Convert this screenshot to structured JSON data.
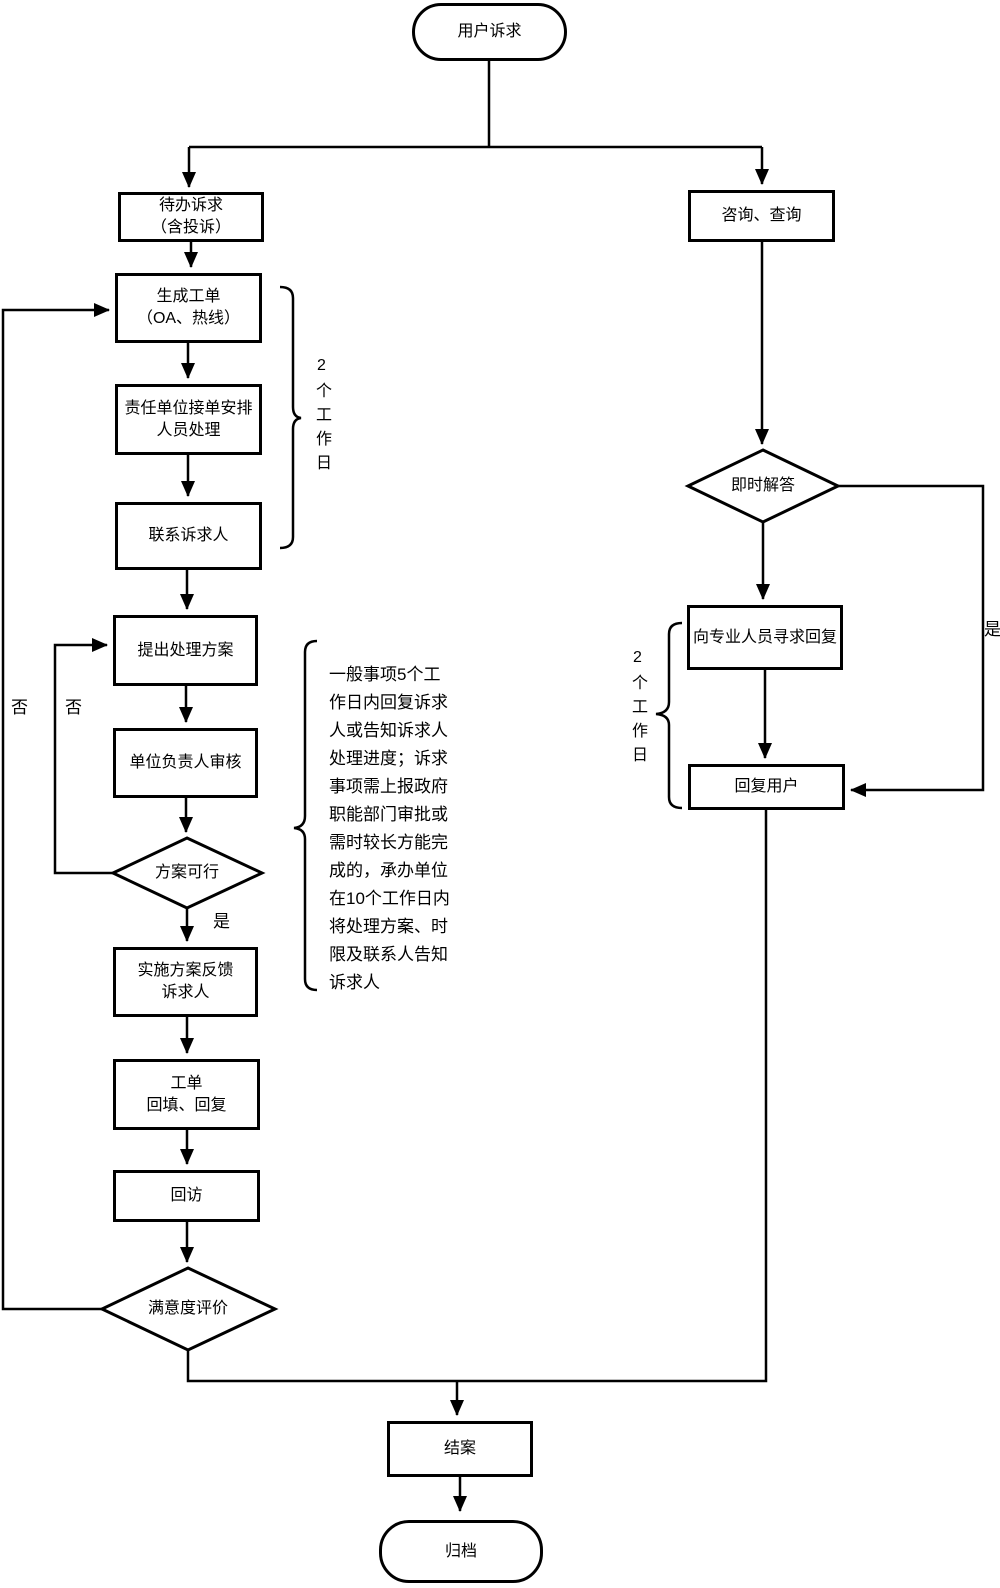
{
  "flowchart": {
    "start": {
      "label": "用户诉求"
    },
    "left_branch": {
      "pending": "待办诉求\n（含投诉）",
      "create_order": "生成工单\n（OA、热线）",
      "assign": "责任单位接单安排\n人员处理",
      "contact": "联系诉求人",
      "propose": "提出处理方案",
      "review": "单位负责人审核",
      "decision_feasible": "方案可行",
      "implement": "实施方案反馈\n诉求人",
      "work_order": "工单\n回填、回复",
      "revisit": "回访",
      "decision_satisfaction": "满意度评价"
    },
    "right_branch": {
      "consult": "咨询、查询",
      "decision_instant": "即时解答",
      "seek_expert": "向专业人员寻求回复",
      "reply_user": "回复用户"
    },
    "ending": {
      "close_case": "结案",
      "archive": "归档"
    },
    "labels": {
      "yes_feasible": "是",
      "no_outer": "否",
      "no_inner": "否",
      "yes_instant": "是",
      "duration_left": "2个工作日",
      "duration_right": "2个工作日",
      "note": "一般事项5个工\n作日内回复诉求\n人或告知诉求人\n处理进度；诉求\n事项需上报政府\n职能部门审批或\n需时较长方能完\n成的，承办单位\n在10个工作日内\n将处理方案、时\n限及联系人告知\n诉求人"
    },
    "colors": {
      "stroke": "#000000",
      "shape_fill": "#ffffff",
      "text": "#000000",
      "background": "#ffffff"
    }
  }
}
